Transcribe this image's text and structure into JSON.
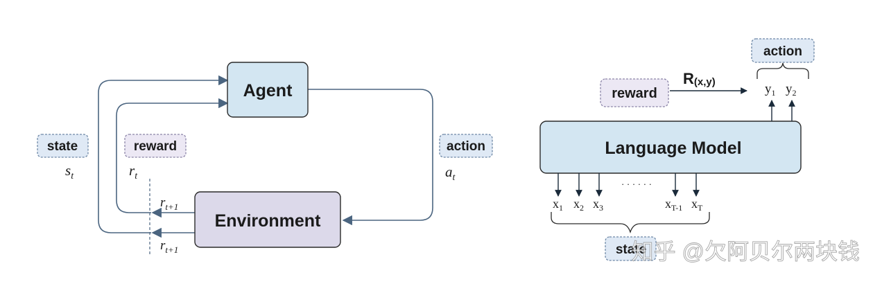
{
  "rl_loop": {
    "agent_label": "Agent",
    "environment_label": "Environment",
    "state_tag": "state",
    "reward_tag": "reward",
    "action_tag": "action",
    "state_symbol": "s",
    "state_sub": "t",
    "reward_symbol": "r",
    "reward_sub": "t",
    "action_symbol": "a",
    "action_sub": "t",
    "next_reward_symbol": "r",
    "next_reward_sub": "t+1",
    "next_state_symbol": "r",
    "next_state_sub": "t+1"
  },
  "lm": {
    "model_label": "Language Model",
    "reward_tag": "reward",
    "reward_function": "R",
    "reward_args": "(x,y)",
    "action_tag": "action",
    "state_tag": "state",
    "outputs": [
      {
        "base": "y",
        "sub": "1"
      },
      {
        "base": "y",
        "sub": "2"
      }
    ],
    "inputs": [
      {
        "base": "x",
        "sub": "1"
      },
      {
        "base": "x",
        "sub": "2"
      },
      {
        "base": "x",
        "sub": "3"
      },
      {
        "base": "x",
        "sub": "T-1"
      },
      {
        "base": "x",
        "sub": "T"
      }
    ],
    "ellipsis": "· · · · · ·"
  },
  "watermark": "知乎 @欠阿贝尔两块钱",
  "colors": {
    "agent_fill": "#d3e6f2",
    "environment_fill": "#dcd9ea",
    "model_fill": "#d3e6f2",
    "tag_blue_fill": "#dfe9f5",
    "tag_purple_fill": "#ece8f4",
    "arrow": "#4b6580",
    "text": "#1a1a1a"
  }
}
